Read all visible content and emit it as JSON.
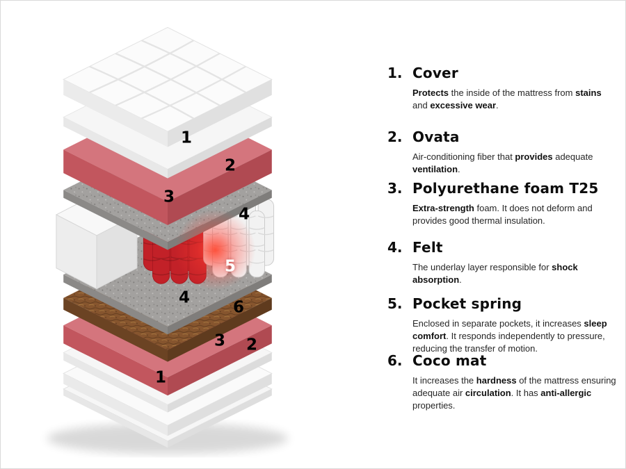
{
  "diagram": {
    "badges": [
      {
        "label": "1"
      },
      {
        "label": "2"
      },
      {
        "label": "3"
      },
      {
        "label": "4"
      },
      {
        "label": "5"
      },
      {
        "label": "4"
      },
      {
        "label": "6"
      },
      {
        "label": "3"
      },
      {
        "label": "2"
      },
      {
        "label": "1"
      }
    ],
    "colors": {
      "foam_pink": "#d4757d",
      "felt_grey": "#a3a19f",
      "coco_brown": "#86552e",
      "spring_red": "#c22128",
      "cover_white": "#fbfbfb",
      "glow": "#ff3b2f"
    }
  },
  "legend": {
    "items": [
      {
        "number": "1.",
        "title": "Cover",
        "desc": [
          {
            "t": "Protects",
            "b": true
          },
          {
            "t": " the inside of the mattress from "
          },
          {
            "t": "stains",
            "b": true
          },
          {
            "t": " and "
          },
          {
            "t": "excessive wear",
            "b": true
          },
          {
            "t": "."
          }
        ]
      },
      {
        "number": "2.",
        "title": "Ovata",
        "desc": [
          {
            "t": "Air-conditioning fiber that "
          },
          {
            "t": "provides",
            "b": true
          },
          {
            "t": " adequate "
          },
          {
            "t": "ventilation",
            "b": true
          },
          {
            "t": "."
          }
        ]
      },
      {
        "number": "3.",
        "title": "Polyurethane foam T25",
        "desc": [
          {
            "t": "Extra-strength",
            "b": true
          },
          {
            "t": " foam. It does not deform and provides good thermal insulation."
          }
        ]
      },
      {
        "number": "4.",
        "title": "Felt",
        "desc": [
          {
            "t": "The underlay layer responsible for "
          },
          {
            "t": "shock absorption",
            "b": true
          },
          {
            "t": "."
          }
        ]
      },
      {
        "number": "5.",
        "title": "Pocket spring",
        "desc": [
          {
            "t": "Enclosed in separate pockets, it increases "
          },
          {
            "t": "sleep comfort",
            "b": true
          },
          {
            "t": ". It responds independently to pressure, reducing the transfer of motion."
          }
        ]
      },
      {
        "number": "6.",
        "title": "Coco mat",
        "desc": [
          {
            "t": "It increases the "
          },
          {
            "t": "hardness",
            "b": true
          },
          {
            "t": " of the mattress ensuring adequate air "
          },
          {
            "t": "circulation",
            "b": true
          },
          {
            "t": ". It has "
          },
          {
            "t": "anti-allergic",
            "b": true
          },
          {
            "t": " properties."
          }
        ]
      }
    ]
  }
}
